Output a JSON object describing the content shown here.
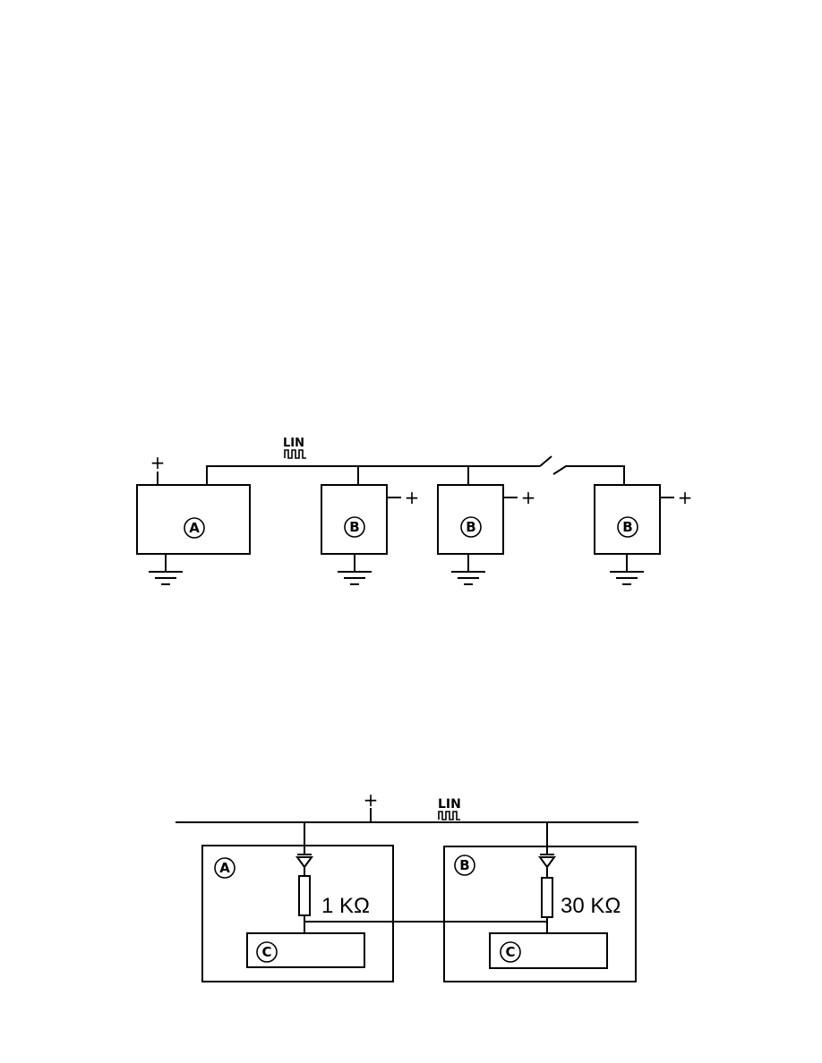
{
  "diagram1": {
    "bus_label": "LIN",
    "master": {
      "label": "A",
      "supply": "+"
    },
    "slaves": [
      {
        "label": "B",
        "supply": "+"
      },
      {
        "label": "B",
        "supply": "+"
      },
      {
        "label": "B",
        "supply": "+"
      }
    ]
  },
  "diagram2": {
    "bus_label": "LIN",
    "supply": "+",
    "master": {
      "label": "A",
      "resistor": "1 KΩ",
      "controller": "C"
    },
    "slave": {
      "label": "B",
      "resistor": "30 KΩ",
      "controller": "C"
    }
  }
}
